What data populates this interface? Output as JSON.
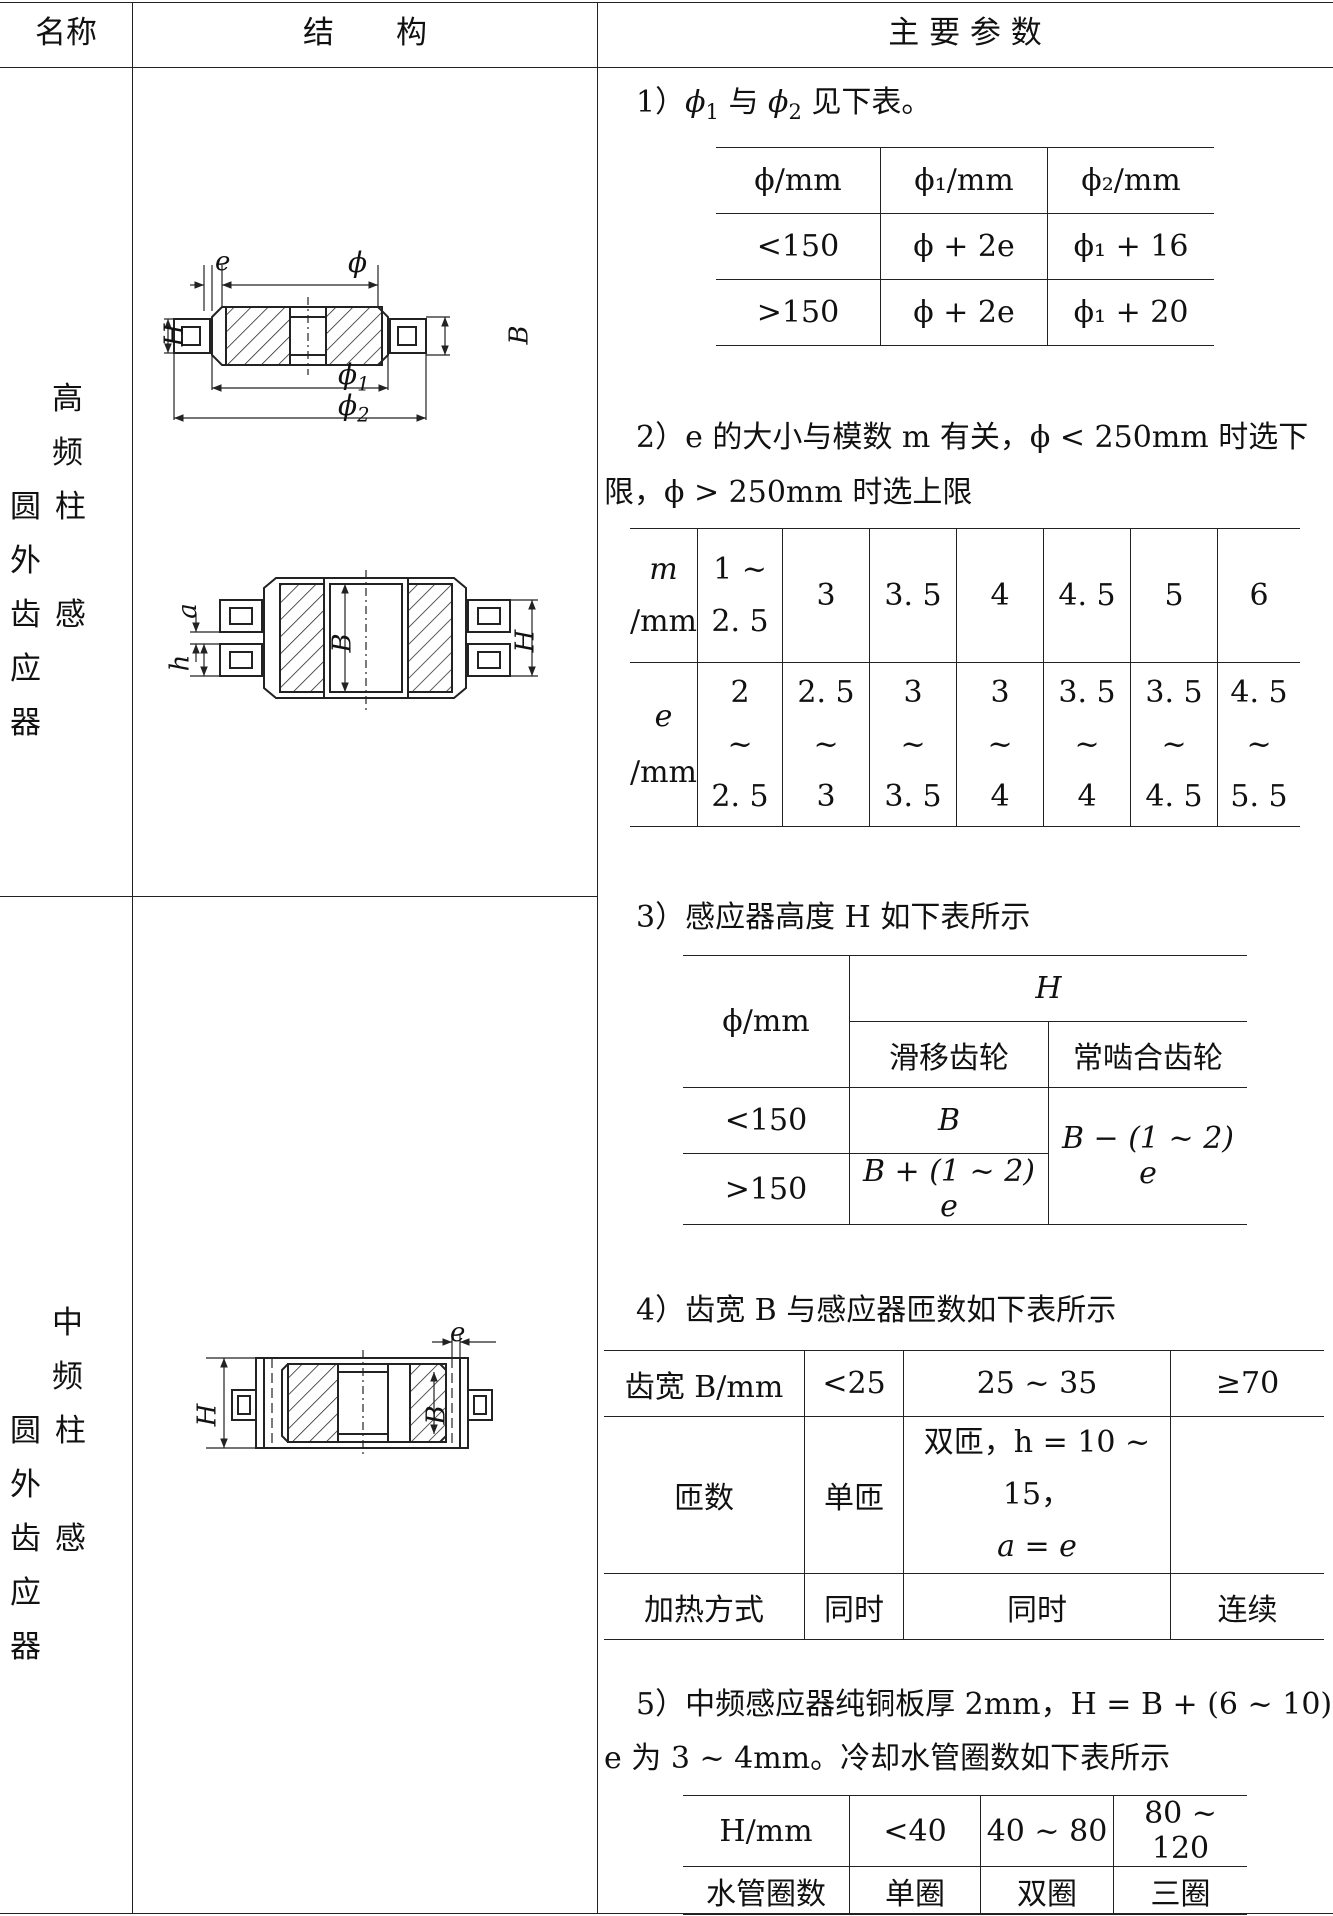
{
  "header": {
    "name": "名称",
    "structure": "结　　构",
    "params": "主 要 参 数"
  },
  "rows": [
    {
      "name_lines": [
        "高 频",
        "圆 柱 外",
        "齿 感 应",
        "器"
      ]
    },
    {
      "name_lines": [
        "中 频",
        "圆 柱 外",
        "齿 感 应",
        "器"
      ]
    }
  ],
  "figures": {
    "fig1": {
      "e": "e",
      "phi": "ϕ",
      "H": "H",
      "B": "B",
      "phi1": "ϕ",
      "phi1_sub": "1",
      "phi2": "ϕ",
      "phi2_sub": "2"
    },
    "fig2": {
      "a": "a",
      "h": "h",
      "B": "B",
      "H": "H"
    },
    "fig3": {
      "e": "e",
      "H": "H",
      "B": "B"
    }
  },
  "p1": {
    "lead": "1）",
    "text_parts": [
      "ϕ",
      "1",
      " 与 ",
      "ϕ",
      "2",
      " 见下表。"
    ],
    "table": {
      "headers": [
        "ϕ/mm",
        "ϕ₁/mm",
        "ϕ₂/mm"
      ],
      "rows": [
        [
          "<150",
          "ϕ + 2e",
          "ϕ₁ + 16"
        ],
        [
          ">150",
          "ϕ + 2e",
          "ϕ₁ + 20"
        ]
      ]
    }
  },
  "p2": {
    "line1": "2）e 的大小与模数 m 有关，ϕ < 250mm 时选下",
    "line2": "限，ϕ > 250mm 时选上限",
    "table": {
      "m_label": [
        "m",
        "/mm"
      ],
      "m_values": [
        [
          "1 ~",
          "2. 5"
        ],
        [
          "3"
        ],
        [
          "3. 5"
        ],
        [
          "4"
        ],
        [
          "4. 5"
        ],
        [
          "5"
        ],
        [
          "6"
        ]
      ],
      "e_label": [
        "e",
        "/mm"
      ],
      "e_values": [
        [
          "2",
          "~",
          "2. 5"
        ],
        [
          "2. 5",
          "~",
          "3"
        ],
        [
          "3",
          "~",
          "3. 5"
        ],
        [
          "3",
          "~",
          "4"
        ],
        [
          "3. 5",
          "~",
          "4"
        ],
        [
          "3. 5",
          "~",
          "4. 5"
        ],
        [
          "4. 5",
          "~",
          "5. 5"
        ]
      ]
    }
  },
  "p3": {
    "line": "3）感应器高度 H 如下表所示",
    "table": {
      "col1": "ϕ/mm",
      "H": "H",
      "sub1": "滑移齿轮",
      "sub2": "常啮合齿轮",
      "r1c1": "<150",
      "r1c2": "B",
      "r2c1": ">150",
      "r2c2": "B + (1 ~ 2) e",
      "merged": "B − (1 ~ 2) e"
    }
  },
  "p4": {
    "line": "4）齿宽 B 与感应器匝数如下表所示",
    "table": {
      "r1": [
        "齿宽 B/mm",
        "<25",
        "25 ~ 35",
        "≥70"
      ],
      "r2": [
        "匝数",
        "单匝",
        "双匝，h = 10 ~ 15，",
        "a = e",
        ""
      ],
      "r3": [
        "加热方式",
        "同时",
        "同时",
        "连续"
      ]
    }
  },
  "p5": {
    "line1": "5）中频感应器纯铜板厚 2mm，H = B + (6 ~ 10)，",
    "line2": "e 为 3 ~ 4mm。冷却水管圈数如下表所示",
    "table": {
      "r1": [
        "H/mm",
        "<40",
        "40 ~ 80",
        "80 ~ 120"
      ],
      "r2": [
        "水管圈数",
        "单圈",
        "双圈",
        "三圈"
      ]
    }
  }
}
